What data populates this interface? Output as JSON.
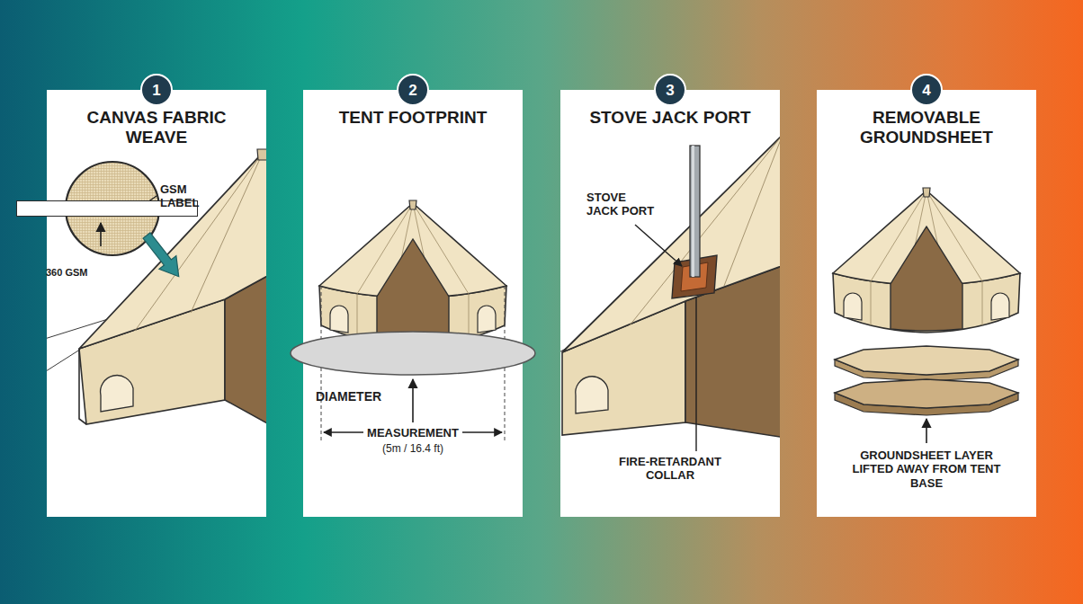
{
  "diagram": {
    "nodes": [
      {
        "text": [
          "1"
        ]
      },
      {
        "text": [
          "CANVAS FABRIC WEAVE"
        ]
      },
      {
        "text": [
          "360 GSM"
        ],
        "in": 1
      },
      {
        "text": [
          "2"
        ]
      },
      {
        "text": [
          "TENT FOOTPRINT"
        ]
      },
      {
        "text": [
          "DIAMETER"
        ],
        "in": 4
      },
      {
        "text": [
          "3"
        ]
      },
      {
        "text": [
          "STOVE JACK PORT"
        ]
      },
      {
        "text": [
          "4"
        ]
      },
      {
        "text": [
          "REMOVABLE GROUNDSHEET"
        ]
      }
    ],
    "labels": [
      "GSM LABEL",
      "MEASUREMENT",
      "(5m / 16.4 ft)",
      "STOVE JACK PORT",
      "FIRE-RETARDANT COLLAR",
      "GROUNDSHEET LAYER LIFTED AWAY FROM TENT BASE"
    ]
  }
}
